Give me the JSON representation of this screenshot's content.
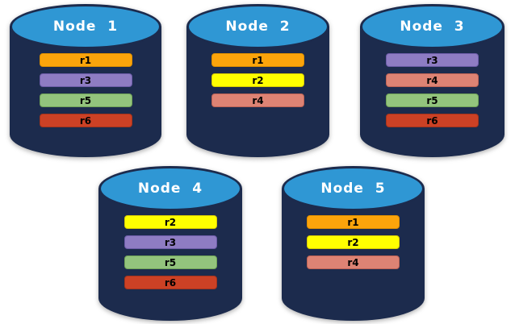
{
  "palette": {
    "cylinder_top": "#2F97D4",
    "cylinder_body": "#1C2B4D",
    "node_title_color": "#FFFFFF",
    "replica_label_color": "#000000",
    "background": "#FFFFFF"
  },
  "nodes": [
    {
      "title": "Node  1",
      "replicas": [
        {
          "label": "r1",
          "color": "#FBA40B",
          "border": "#DE8F00"
        },
        {
          "label": "r3",
          "color": "#8E7CC3",
          "border": "#6C5CA8"
        },
        {
          "label": "r5",
          "color": "#93C47D",
          "border": "#71A457"
        },
        {
          "label": "r6",
          "color": "#CC4125",
          "border": "#A5331B"
        }
      ]
    },
    {
      "title": "Node  2",
      "replicas": [
        {
          "label": "r1",
          "color": "#FBA40B",
          "border": "#DE8F00"
        },
        {
          "label": "r2",
          "color": "#FFFF00",
          "border": "#D8CB00"
        },
        {
          "label": "r4",
          "color": "#DD8374",
          "border": "#BE6355"
        }
      ]
    },
    {
      "title": "Node  3",
      "replicas": [
        {
          "label": "r3",
          "color": "#8E7CC3",
          "border": "#6C5CA8"
        },
        {
          "label": "r4",
          "color": "#DD8374",
          "border": "#BE6355"
        },
        {
          "label": "r5",
          "color": "#93C47D",
          "border": "#71A457"
        },
        {
          "label": "r6",
          "color": "#CC4125",
          "border": "#A5331B"
        }
      ]
    },
    {
      "title": "Node  4",
      "replicas": [
        {
          "label": "r2",
          "color": "#FFFF00",
          "border": "#D8CB00"
        },
        {
          "label": "r3",
          "color": "#8E7CC3",
          "border": "#6C5CA8"
        },
        {
          "label": "r5",
          "color": "#93C47D",
          "border": "#71A457"
        },
        {
          "label": "r6",
          "color": "#CC4125",
          "border": "#A5331B"
        }
      ]
    },
    {
      "title": "Node  5",
      "replicas": [
        {
          "label": "r1",
          "color": "#FBA40B",
          "border": "#DE8F00"
        },
        {
          "label": "r2",
          "color": "#FFFF00",
          "border": "#D8CB00"
        },
        {
          "label": "r4",
          "color": "#DD8374",
          "border": "#BE6355"
        }
      ]
    }
  ]
}
